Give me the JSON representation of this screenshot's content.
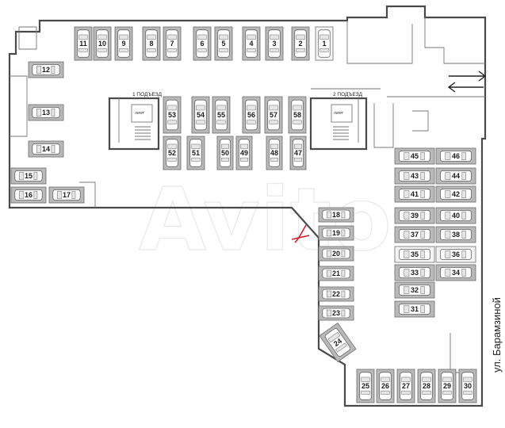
{
  "entrances": [
    {
      "label": "1 ПОДЪЕЗД"
    },
    {
      "label": "2 ПОДЪЕЗД"
    }
  ],
  "lift_label": "ЛИФТ",
  "street_label": "ул. Барамзиной",
  "watermark": "Avito",
  "colors": {
    "occupied": "#b9b9b9",
    "free": "#f4f4f4",
    "wall": "#4a4a4a",
    "mark": "#d4202a"
  },
  "spots": [
    {
      "n": "1",
      "o": "v",
      "free": true
    },
    {
      "n": "2",
      "o": "v"
    },
    {
      "n": "3",
      "o": "v"
    },
    {
      "n": "4",
      "o": "v"
    },
    {
      "n": "5",
      "o": "v"
    },
    {
      "n": "6",
      "o": "v"
    },
    {
      "n": "7",
      "o": "v"
    },
    {
      "n": "8",
      "o": "v"
    },
    {
      "n": "9",
      "o": "v"
    },
    {
      "n": "10",
      "o": "v"
    },
    {
      "n": "11",
      "o": "v"
    },
    {
      "n": "12",
      "o": "h"
    },
    {
      "n": "13",
      "o": "h"
    },
    {
      "n": "14",
      "o": "h"
    },
    {
      "n": "15",
      "o": "h"
    },
    {
      "n": "16",
      "o": "h"
    },
    {
      "n": "17",
      "o": "h"
    },
    {
      "n": "18",
      "o": "h"
    },
    {
      "n": "19",
      "o": "h"
    },
    {
      "n": "20",
      "o": "h"
    },
    {
      "n": "21",
      "o": "h"
    },
    {
      "n": "22",
      "o": "h"
    },
    {
      "n": "23",
      "o": "h"
    },
    {
      "n": "24",
      "o": "d"
    },
    {
      "n": "25",
      "o": "v"
    },
    {
      "n": "26",
      "o": "v"
    },
    {
      "n": "27",
      "o": "v"
    },
    {
      "n": "28",
      "o": "v"
    },
    {
      "n": "29",
      "o": "v"
    },
    {
      "n": "30",
      "o": "v"
    },
    {
      "n": "31",
      "o": "h"
    },
    {
      "n": "32",
      "o": "h"
    },
    {
      "n": "33",
      "o": "h"
    },
    {
      "n": "34",
      "o": "h"
    },
    {
      "n": "35",
      "o": "h",
      "free": true
    },
    {
      "n": "36",
      "o": "h",
      "free": true
    },
    {
      "n": "37",
      "o": "h"
    },
    {
      "n": "38",
      "o": "h"
    },
    {
      "n": "39",
      "o": "h"
    },
    {
      "n": "40",
      "o": "h"
    },
    {
      "n": "41",
      "o": "h"
    },
    {
      "n": "42",
      "o": "h"
    },
    {
      "n": "43",
      "o": "h"
    },
    {
      "n": "44",
      "o": "h"
    },
    {
      "n": "45",
      "o": "h"
    },
    {
      "n": "46",
      "o": "h"
    },
    {
      "n": "47",
      "o": "v"
    },
    {
      "n": "48",
      "o": "v"
    },
    {
      "n": "49",
      "o": "v"
    },
    {
      "n": "50",
      "o": "v"
    },
    {
      "n": "51",
      "o": "v"
    },
    {
      "n": "52",
      "o": "v"
    },
    {
      "n": "53",
      "o": "v"
    },
    {
      "n": "54",
      "o": "v"
    },
    {
      "n": "55",
      "o": "v"
    },
    {
      "n": "56",
      "o": "v"
    },
    {
      "n": "57",
      "o": "v"
    },
    {
      "n": "58",
      "o": "v"
    }
  ]
}
